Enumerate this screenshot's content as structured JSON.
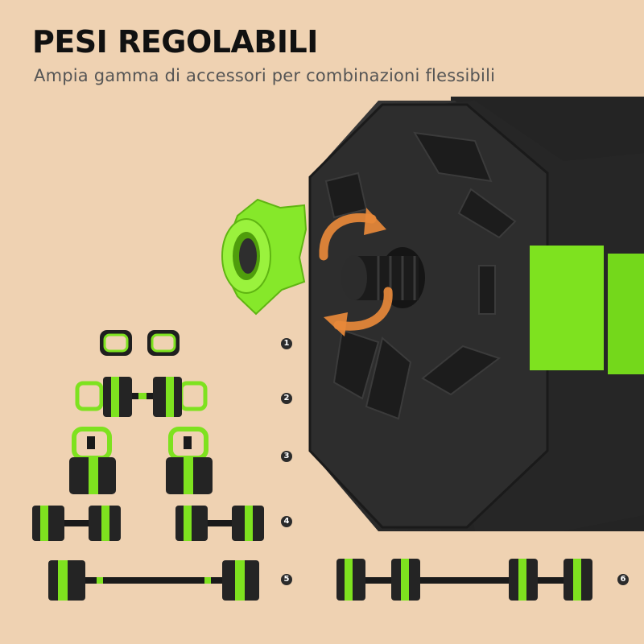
{
  "header": {
    "title": "PESI REGOLABILI",
    "subtitle": "Ampia gamma di accessori per combinazioni flessibili"
  },
  "configurations": [
    {
      "number": "1"
    },
    {
      "number": "2"
    },
    {
      "number": "3"
    },
    {
      "number": "4"
    },
    {
      "number": "5"
    },
    {
      "number": "6"
    }
  ],
  "colors": {
    "background": "#efd2b2",
    "plate": "#2a2a2a",
    "accent_green": "#7ee21f",
    "arrow_orange": "#e8893a"
  }
}
